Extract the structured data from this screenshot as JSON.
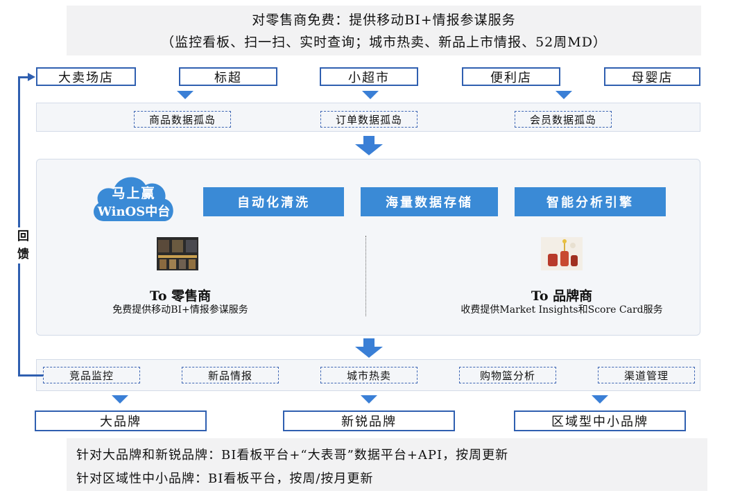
{
  "header": {
    "line1": "对零售商免费：提供移动BI+情报参谋服务",
    "line2": "（监控看板、扫一扫、实时查询；城市热卖、新品上市情报、52周MD）"
  },
  "retail_types": [
    "大卖场店",
    "标超",
    "小超市",
    "便利店",
    "母婴店"
  ],
  "data_islands": [
    "商品数据孤岛",
    "订单数据孤岛",
    "会员数据孤岛"
  ],
  "platform": {
    "cloud_line1": "马上赢",
    "cloud_line2": "WinOS中台",
    "features": [
      "自动化清洗",
      "海量数据存储",
      "智能分析引擎"
    ],
    "left_title": "To 零售商",
    "left_desc": "免费提供移动BI+情报参谋服务",
    "right_title": "To 品牌商",
    "right_desc": "收费提供Market Insights和Score Card服务"
  },
  "outputs": [
    "竞品监控",
    "新品情报",
    "城市热卖",
    "购物篮分析",
    "渠道管理"
  ],
  "feedback_label": "回馈",
  "brands": [
    "大品牌",
    "新锐品牌",
    "区域型中小品牌"
  ],
  "footer": {
    "line1": "针对大品牌和新锐品牌：BI看板平台+“大表哥”数据平台+API，按周更新",
    "line2": "针对区域性中小品牌：BI看板平台，按周/按月更新"
  },
  "colors": {
    "accent": "#3a8ad6",
    "border": "#2f5fb0",
    "band": "#f2f2f3"
  }
}
